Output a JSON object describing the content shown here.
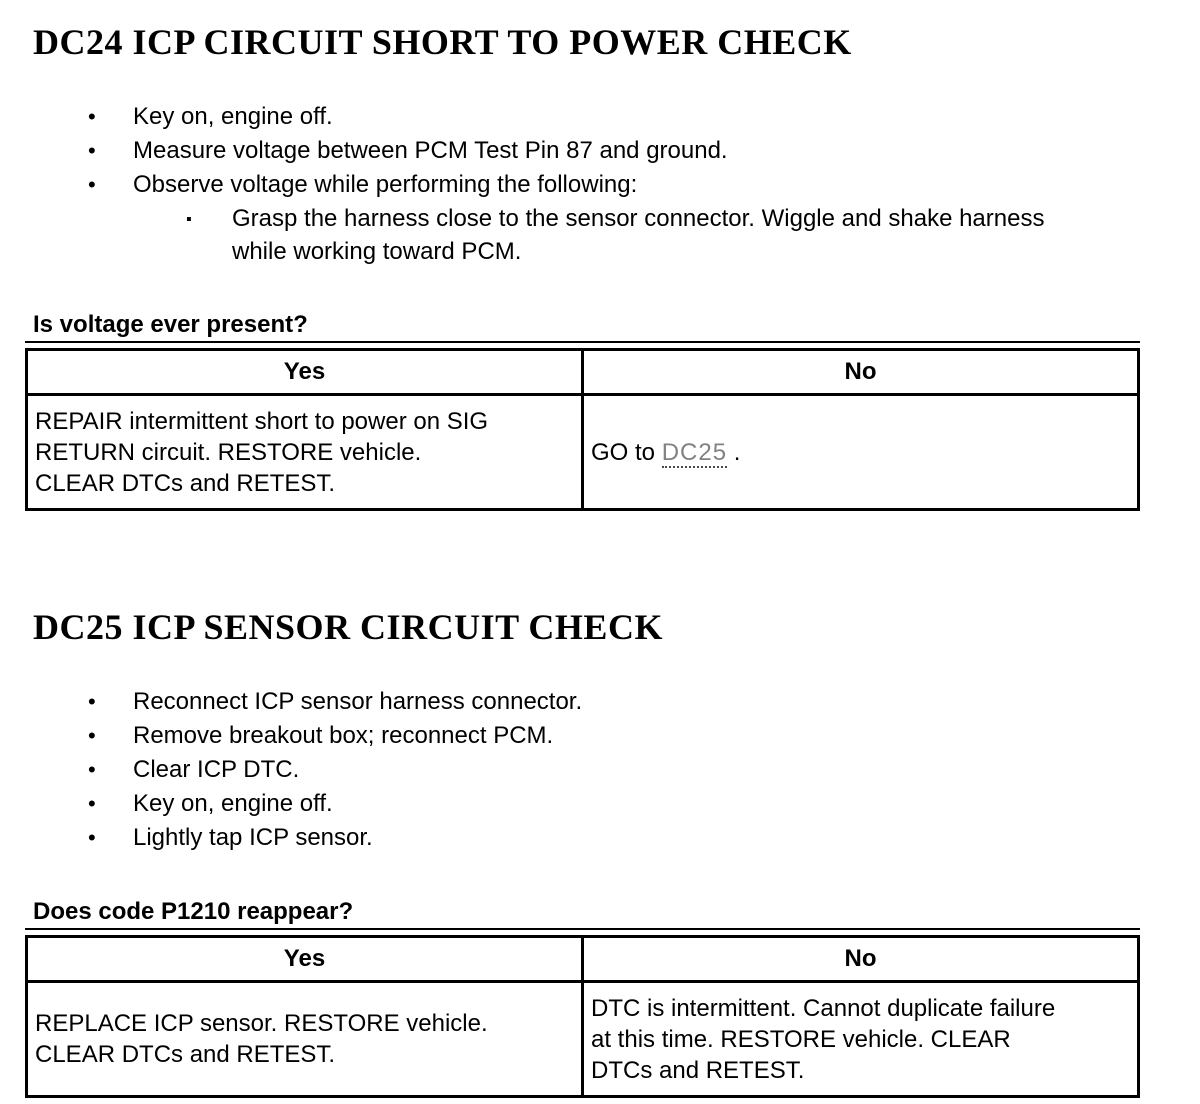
{
  "icons": {
    "bullet": "•",
    "sub_bullet": "▪"
  },
  "dc24": {
    "title": "DC24 ICP CIRCUIT SHORT TO POWER CHECK",
    "bullets": [
      "Key on, engine off.",
      "Measure voltage between PCM Test Pin 87 and ground.",
      "Observe voltage while performing the following:"
    ],
    "sub_bullet_lines": [
      "Grasp the harness close to the sensor connector. Wiggle and shake harness",
      "while working toward PCM."
    ],
    "question": "Is voltage ever present?",
    "table": {
      "headers": [
        "Yes",
        "No"
      ],
      "yes_lines": [
        "REPAIR intermittent short to power on SIG",
        "RETURN circuit. RESTORE vehicle.",
        "CLEAR DTCs and RETEST."
      ],
      "no_prefix": "GO to ",
      "no_link": "DC25",
      "no_suffix": " ."
    }
  },
  "dc25": {
    "title": "DC25 ICP SENSOR CIRCUIT CHECK",
    "bullets": [
      "Reconnect ICP sensor harness connector.",
      "Remove breakout box; reconnect PCM.",
      "Clear ICP DTC.",
      "Key on, engine off.",
      "Lightly tap ICP sensor."
    ],
    "question": "Does code P1210 reappear?",
    "table": {
      "headers": [
        "Yes",
        "No"
      ],
      "yes_lines": [
        "REPLACE ICP sensor. RESTORE vehicle.",
        "CLEAR DTCs and RETEST."
      ],
      "no_lines": [
        "DTC is intermittent. Cannot duplicate failure",
        "at this time. RESTORE vehicle. CLEAR",
        "DTCs and RETEST."
      ]
    }
  }
}
